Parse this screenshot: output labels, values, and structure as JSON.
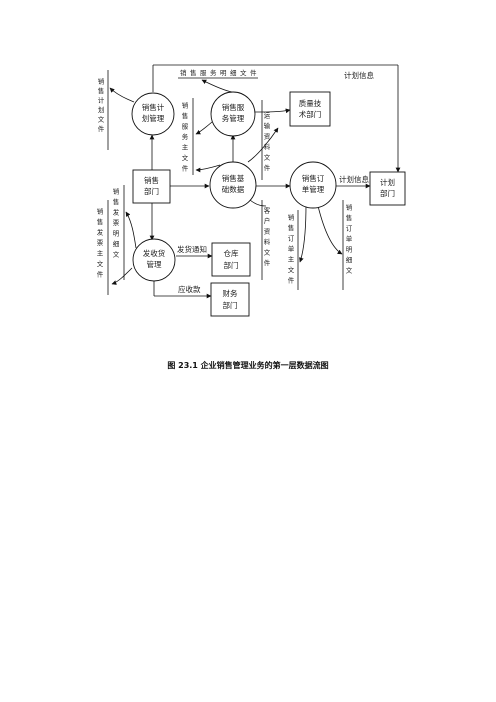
{
  "processes": {
    "plan": [
      "销售计",
      "划管理"
    ],
    "service": [
      "销售服",
      "务管理"
    ],
    "basic": [
      "销售基",
      "础数据"
    ],
    "order": [
      "销售订",
      "单管理"
    ],
    "delivery": [
      "发收货",
      "管理"
    ]
  },
  "entities": {
    "sales_dept": [
      "销售",
      "部门"
    ],
    "quality_dept": [
      "质量技",
      "术部门"
    ],
    "plan_dept": [
      "计划",
      "部门"
    ],
    "warehouse_dept": [
      "仓库",
      "部门"
    ],
    "finance_dept": [
      "财务",
      "部门"
    ]
  },
  "stores": {
    "plan_file": "销售计划文件",
    "service_main_file": "销售服务主文件",
    "service_detail_file": "销售服务明细文件",
    "transport_file": "运输资料文件",
    "customer_file": "客户资料文件",
    "order_main_file": "销售订单主文件",
    "order_detail_file": "销售订单明细文",
    "invoice_main_file": "销售发票主文件",
    "invoice_detail_file": "销售发票明细文"
  },
  "flows": {
    "plan_info_top": "计划信息",
    "plan_info": "计划信息",
    "delivery_notice": "发货通知",
    "receivable": "应收款"
  },
  "caption": "图 23.1  企业销售管理业务的第一层数据流图"
}
